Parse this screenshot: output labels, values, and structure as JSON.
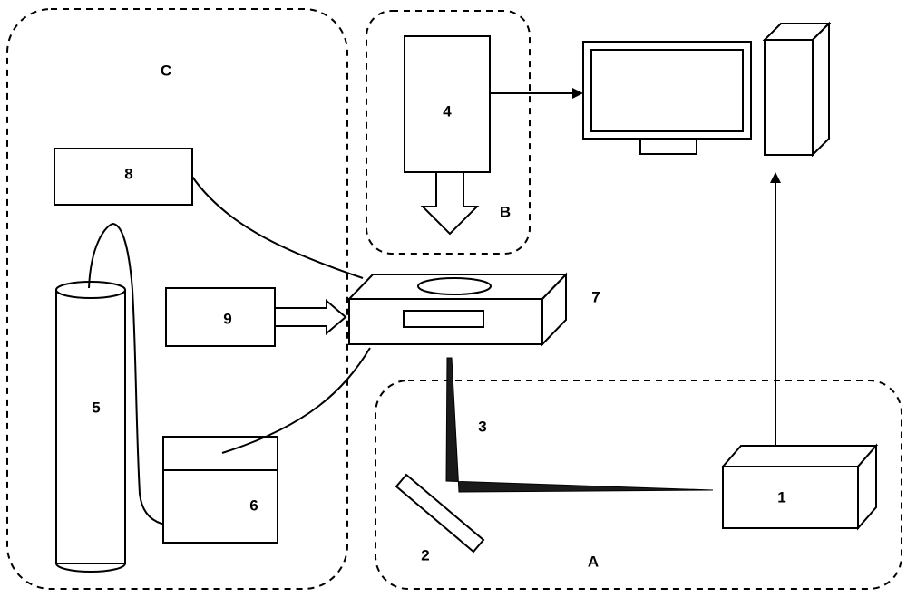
{
  "labels": {
    "group_a": "A",
    "group_b": "B",
    "group_c": "C",
    "component_1": "1",
    "component_2": "2",
    "component_3": "3",
    "component_4": "4",
    "component_5": "5",
    "component_6": "6",
    "component_7": "7",
    "component_8": "8",
    "component_9": "9"
  },
  "colors": {
    "stroke": "#000000",
    "background": "#ffffff",
    "beam": "#1a1a1a"
  }
}
